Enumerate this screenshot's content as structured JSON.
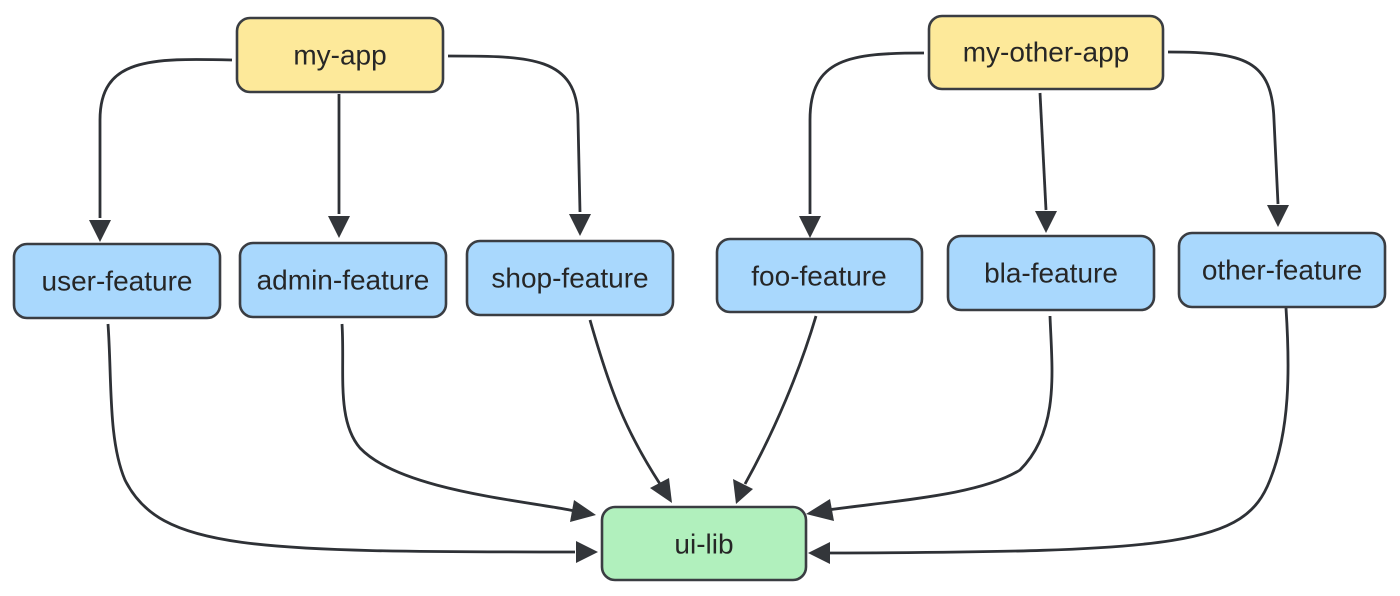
{
  "colors": {
    "app_fill": "#fde99a",
    "feature_fill": "#a9d8fd",
    "lib_fill": "#b1f0bd",
    "border": "#3a3d42",
    "edge": "#2e3136"
  },
  "nodes": {
    "my_app": {
      "label": "my-app",
      "kind": "app"
    },
    "my_other_app": {
      "label": "my-other-app",
      "kind": "app"
    },
    "user_feature": {
      "label": "user-feature",
      "kind": "feature"
    },
    "admin_feature": {
      "label": "admin-feature",
      "kind": "feature"
    },
    "shop_feature": {
      "label": "shop-feature",
      "kind": "feature"
    },
    "foo_feature": {
      "label": "foo-feature",
      "kind": "feature"
    },
    "bla_feature": {
      "label": "bla-feature",
      "kind": "feature"
    },
    "other_feature": {
      "label": "other-feature",
      "kind": "feature"
    },
    "ui_lib": {
      "label": "ui-lib",
      "kind": "lib"
    }
  },
  "edges": [
    {
      "from": "my-app",
      "to": "user-feature"
    },
    {
      "from": "my-app",
      "to": "admin-feature"
    },
    {
      "from": "my-app",
      "to": "shop-feature"
    },
    {
      "from": "my-other-app",
      "to": "foo-feature"
    },
    {
      "from": "my-other-app",
      "to": "bla-feature"
    },
    {
      "from": "my-other-app",
      "to": "other-feature"
    },
    {
      "from": "user-feature",
      "to": "ui-lib"
    },
    {
      "from": "admin-feature",
      "to": "ui-lib"
    },
    {
      "from": "shop-feature",
      "to": "ui-lib"
    },
    {
      "from": "foo-feature",
      "to": "ui-lib"
    },
    {
      "from": "bla-feature",
      "to": "ui-lib"
    },
    {
      "from": "other-feature",
      "to": "ui-lib"
    }
  ]
}
